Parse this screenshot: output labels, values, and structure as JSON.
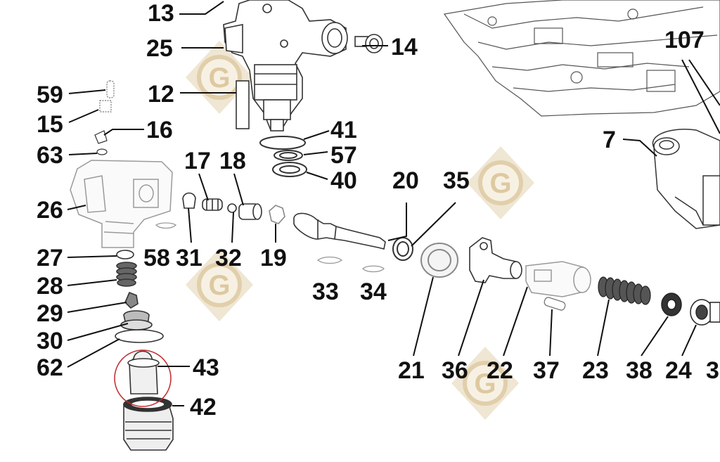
{
  "diagram": {
    "part_labels": {
      "p13": "13",
      "p25": "25",
      "p14": "14",
      "p12": "12",
      "p59": "59",
      "p15": "15",
      "p16": "16",
      "p63": "63",
      "p41": "41",
      "p57": "57",
      "p40": "40",
      "p17": "17",
      "p18": "18",
      "p26": "26",
      "p20": "20",
      "p35": "35",
      "p107": "107",
      "p7": "7",
      "p58": "58",
      "p31": "31",
      "p32": "32",
      "p19": "19",
      "p27": "27",
      "p28": "28",
      "p33": "33",
      "p34": "34",
      "p29": "29",
      "p30": "30",
      "p62": "62",
      "p43": "43",
      "p42": "42",
      "p21": "21",
      "p36": "36",
      "p22": "22",
      "p37": "37",
      "p23": "23",
      "p38": "38",
      "p24": "24",
      "p3x": "3"
    },
    "highlighted_part": "43",
    "colors": {
      "ink": "#111111",
      "part_stroke": "#333333",
      "ghost_part": "#9a9a9a",
      "watermark": "#e8d9b8",
      "highlight": "#c0282d"
    },
    "icons": [
      "watermark-g-logo"
    ]
  }
}
